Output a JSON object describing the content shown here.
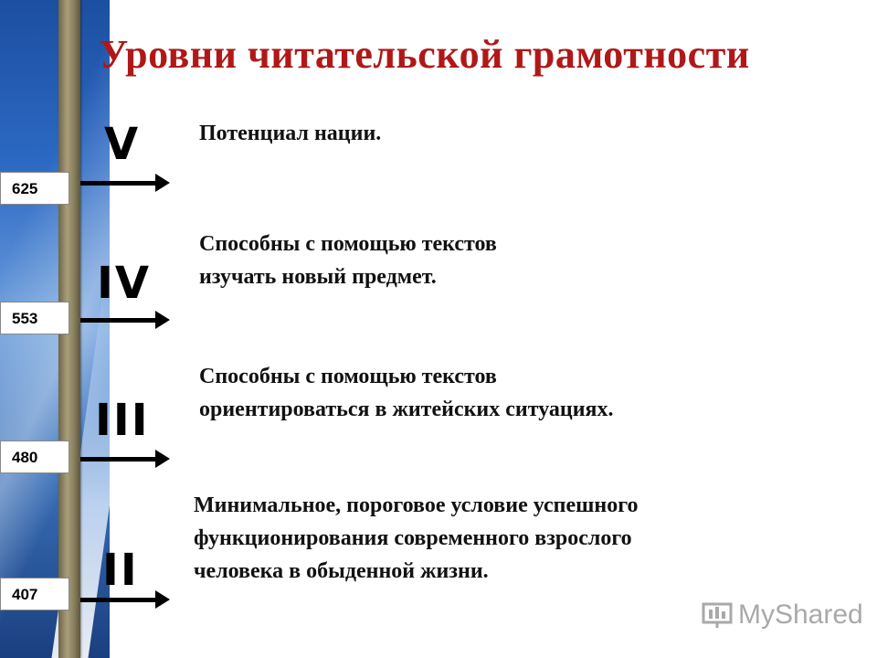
{
  "slide": {
    "title": "Уровни читательской грамотности"
  },
  "levels": [
    {
      "roman": "V",
      "score": "625",
      "text": [
        "Потенциал нации."
      ]
    },
    {
      "roman": "IV",
      "score": "553",
      "text": [
        "Способны с помощью текстов",
        "изучать новый предмет."
      ]
    },
    {
      "roman": "III",
      "score": "480",
      "text": [
        "Способны с помощью текстов",
        "ориентироваться в житейских ситуациях."
      ]
    },
    {
      "roman": "II",
      "score": "407",
      "text": [
        "Минимальное, пороговое условие успешного",
        "функционирования современного взрослого",
        "человека в обыденной жизни."
      ]
    }
  ],
  "watermark": {
    "text": "MyShared"
  },
  "colors": {
    "title": "#b01818",
    "arrow": "#000000",
    "strip": "#2c69c4"
  }
}
